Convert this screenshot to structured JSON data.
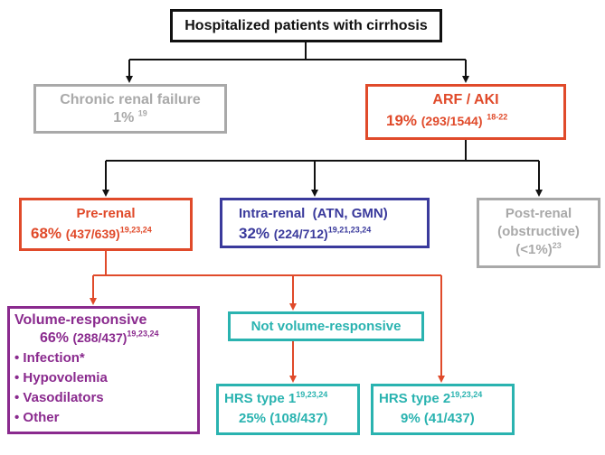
{
  "colors": {
    "black": "#111111",
    "gray": "#a9a9a9",
    "red": "#e04a2a",
    "blue": "#3a3a9c",
    "purple": "#8a2a8e",
    "teal": "#2ab3b0"
  },
  "top": {
    "title": "Hospitalized patients with cirrhosis"
  },
  "crf": {
    "title": "Chronic renal failure",
    "pct": "1%",
    "ref": "19"
  },
  "arf": {
    "title": "ARF / AKI",
    "pct": "19%",
    "count": "(293/1544)",
    "ref": "18-22"
  },
  "prerenal": {
    "title": "Pre-renal",
    "pct": "68%",
    "count": "(437/639)",
    "ref": "19,23,24"
  },
  "intrarenal": {
    "title": "Intra-renal  (ATN, GMN)",
    "pct": "32%",
    "count": "(224/712)",
    "ref": "19,21,23,24"
  },
  "postrenal": {
    "title": "Post-renal",
    "subtitle": "(obstructive)",
    "pct": "(<1%)",
    "ref": "23"
  },
  "volresp": {
    "title": "Volume-responsive",
    "pct": "66%",
    "count": "(288/437)",
    "ref": "19,23,24",
    "items": [
      "• Infection*",
      "• Hypovolemia",
      "• Vasodilators",
      "• Other"
    ]
  },
  "notvol": {
    "title": "Not volume-responsive"
  },
  "hrs1": {
    "title": "HRS type 1",
    "ref": "19,23,24",
    "pct": "25%",
    "count": "(108/437)"
  },
  "hrs2": {
    "title": "HRS type 2",
    "ref": "19,23,24",
    "pct": "9%",
    "count": "(41/437)"
  }
}
